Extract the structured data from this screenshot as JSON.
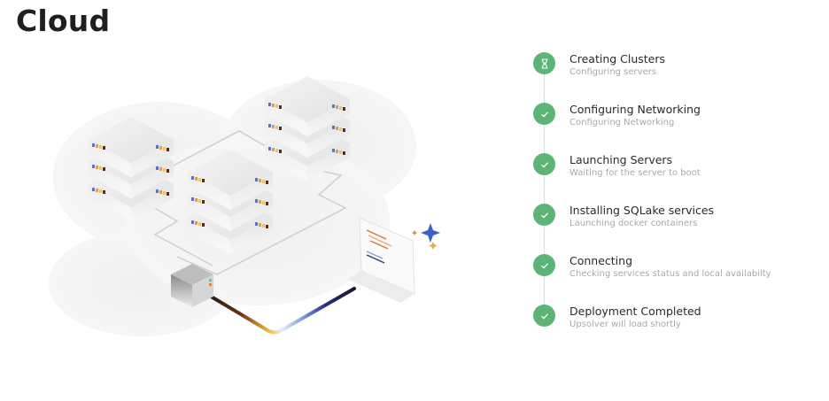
{
  "header": {
    "title": "Cloud"
  },
  "colors": {
    "accent": "#5cb576",
    "title_text": "#222222",
    "subtitle_text": "#a8a8a8"
  },
  "steps": [
    {
      "title": "Creating Clusters",
      "subtitle": "Configuring servers",
      "status": "in-progress",
      "icon": "hourglass-icon"
    },
    {
      "title": "Configuring Networking",
      "subtitle": "Configuring Networking",
      "status": "done",
      "icon": "check-icon"
    },
    {
      "title": "Launching Servers",
      "subtitle": "Waiting for the server to boot",
      "status": "done",
      "icon": "check-icon"
    },
    {
      "title": "Installing SQLake services",
      "subtitle": "Launching docker containers",
      "status": "done",
      "icon": "check-icon"
    },
    {
      "title": "Connecting",
      "subtitle": "Checking services status and local availabilty",
      "status": "done",
      "icon": "check-icon"
    },
    {
      "title": "Deployment Completed",
      "subtitle": "Upsolver will load shortly",
      "status": "done",
      "icon": "check-icon"
    }
  ]
}
